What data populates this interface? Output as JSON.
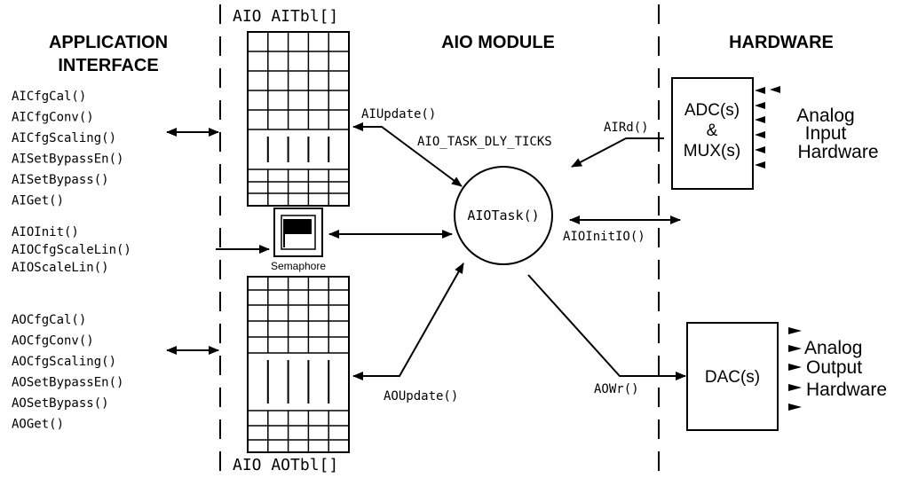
{
  "headings": {
    "app_line1": "APPLICATION",
    "app_line2": "INTERFACE",
    "module": "AIO MODULE",
    "hardware": "HARDWARE"
  },
  "tables": {
    "ai_title": "AIO AITbl[]",
    "ao_title": "AIO AOTbl[]"
  },
  "ai_functions": [
    "AICfgCal()",
    "AICfgConv()",
    "AICfgScaling()",
    "AISetBypassEn()",
    "AISetBypass()",
    "AIGet()"
  ],
  "aio_functions": [
    "AIOInit()",
    "AIOCfgScaleLin()",
    "AIOScaleLin()"
  ],
  "ao_functions": [
    "AOCfgCal()",
    "AOCfgConv()",
    "AOCfgScaling()",
    "AOSetBypassEn()",
    "AOSetBypass()",
    "AOGet()"
  ],
  "semaphore_label": "Semaphore",
  "task": {
    "name": "AIOTask()",
    "ai_update": "AIUpdate()",
    "delay": "AIO_TASK_DLY_TICKS",
    "ao_update": "AOUpdate()",
    "ai_read": "AIRd()",
    "init_io": "AIOInitIO()",
    "ao_write": "AOWr()"
  },
  "adc_box": {
    "line1": "ADC(s)",
    "line2": "&",
    "line3": "MUX(s)"
  },
  "dac_box": {
    "line1": "DAC(s)"
  },
  "analog_input": {
    "line1": "Analog",
    "line2": "Input",
    "line3": "Hardware"
  },
  "analog_output": {
    "line1": "Analog",
    "line2": "Output",
    "line3": "Hardware"
  }
}
